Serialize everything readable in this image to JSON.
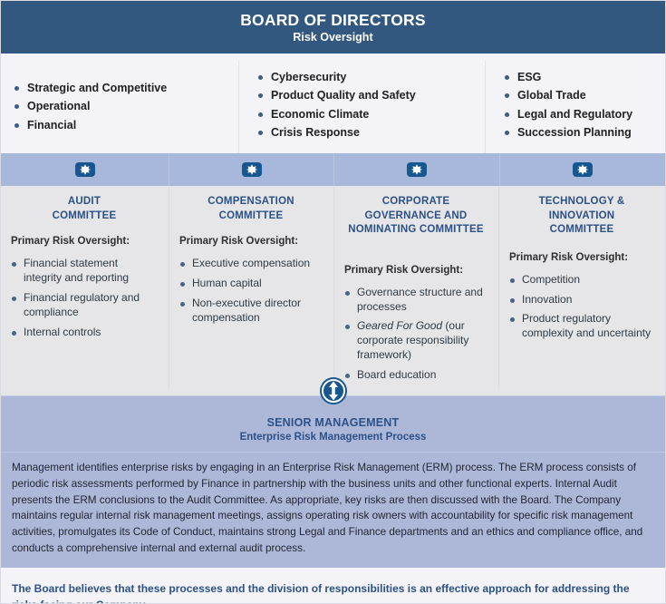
{
  "board": {
    "title": "BOARD OF DIRECTORS",
    "subtitle": "Risk Oversight",
    "risk_columns": [
      {
        "items": [
          "Strategic and Competitive",
          "Operational",
          "Financial"
        ]
      },
      {
        "items": [
          "Cybersecurity",
          "Product Quality and Safety",
          "Economic Climate",
          "Crisis Response"
        ]
      },
      {
        "items": [
          "ESG",
          "Global Trade",
          "Legal and Regulatory",
          "Succession Planning"
        ]
      }
    ]
  },
  "committees": [
    {
      "icon": "committee-badge-icon",
      "title": "AUDIT\nCOMMITTEE",
      "title_lines": [
        "AUDIT",
        "COMMITTEE"
      ],
      "oversight_label": "Primary Risk Oversight:",
      "items": [
        "Financial statement integrity and reporting",
        "Financial regulatory and compliance",
        "Internal controls"
      ]
    },
    {
      "icon": "committee-badge-icon",
      "title": "COMPENSATION\nCOMMITTEE",
      "title_lines": [
        "COMPENSATION",
        "COMMITTEE"
      ],
      "oversight_label": "Primary Risk Oversight:",
      "items": [
        "Executive compensation",
        "Human capital",
        "Non-executive director compensation"
      ]
    },
    {
      "icon": "committee-badge-icon",
      "title": "CORPORATE\nGOVERNANCE AND\nNOMINATING COMMITTEE",
      "title_lines": [
        "CORPORATE",
        "GOVERNANCE AND",
        "NOMINATING COMMITTEE"
      ],
      "oversight_label": "Primary Risk Oversight:",
      "items": [
        "Governance structure and processes",
        "Geared For Good (our corporate responsibility framework)",
        "Board education"
      ],
      "italic_phrase": "Geared For Good"
    },
    {
      "icon": "committee-badge-icon",
      "title": "TECHNOLOGY &\nINNOVATION\nCOMMITTEE",
      "title_lines": [
        "TECHNOLOGY &",
        "INNOVATION",
        "COMMITTEE"
      ],
      "oversight_label": "Primary Risk Oversight:",
      "items": [
        "Competition",
        "Innovation",
        "Product regulatory complexity and uncertainty"
      ]
    }
  ],
  "connector": {
    "icon": "up-down-arrow-icon"
  },
  "senior_management": {
    "title": "SENIOR MANAGEMENT",
    "subtitle": "Enterprise Risk Management Process",
    "paragraph": "Management identifies enterprise risks by engaging in an Enterprise Risk Management (ERM) process. The ERM process consists of periodic risk assessments performed by Finance in partnership with the business units and other functional experts. Internal Audit presents the ERM conclusions to the Audit Committee. As appropriate, key risks are then discussed with the Board. The Company maintains regular internal risk management meetings, assigns operating risk owners with accountability for specific risk management activities, promulgates its Code of Conduct, maintains strong Legal and Finance departments and an ethics and compliance office, and conducts a comprehensive internal and external audit process."
  },
  "closing": {
    "text": "The Board believes that these processes and the division of responsibilities is an effective approach for addressing the risks facing our Company."
  },
  "colors": {
    "board_header_bg": "#33587f",
    "risk_strip_bg": "#f3f3f8",
    "icon_band_bg": "#a8b8da",
    "committee_bg": "#e6e6e8",
    "senior_band_bg": "#adb8d9",
    "committee_title": "#2c5186",
    "icon_blue": "#17578f",
    "bullet_blue": "#4a6285"
  }
}
